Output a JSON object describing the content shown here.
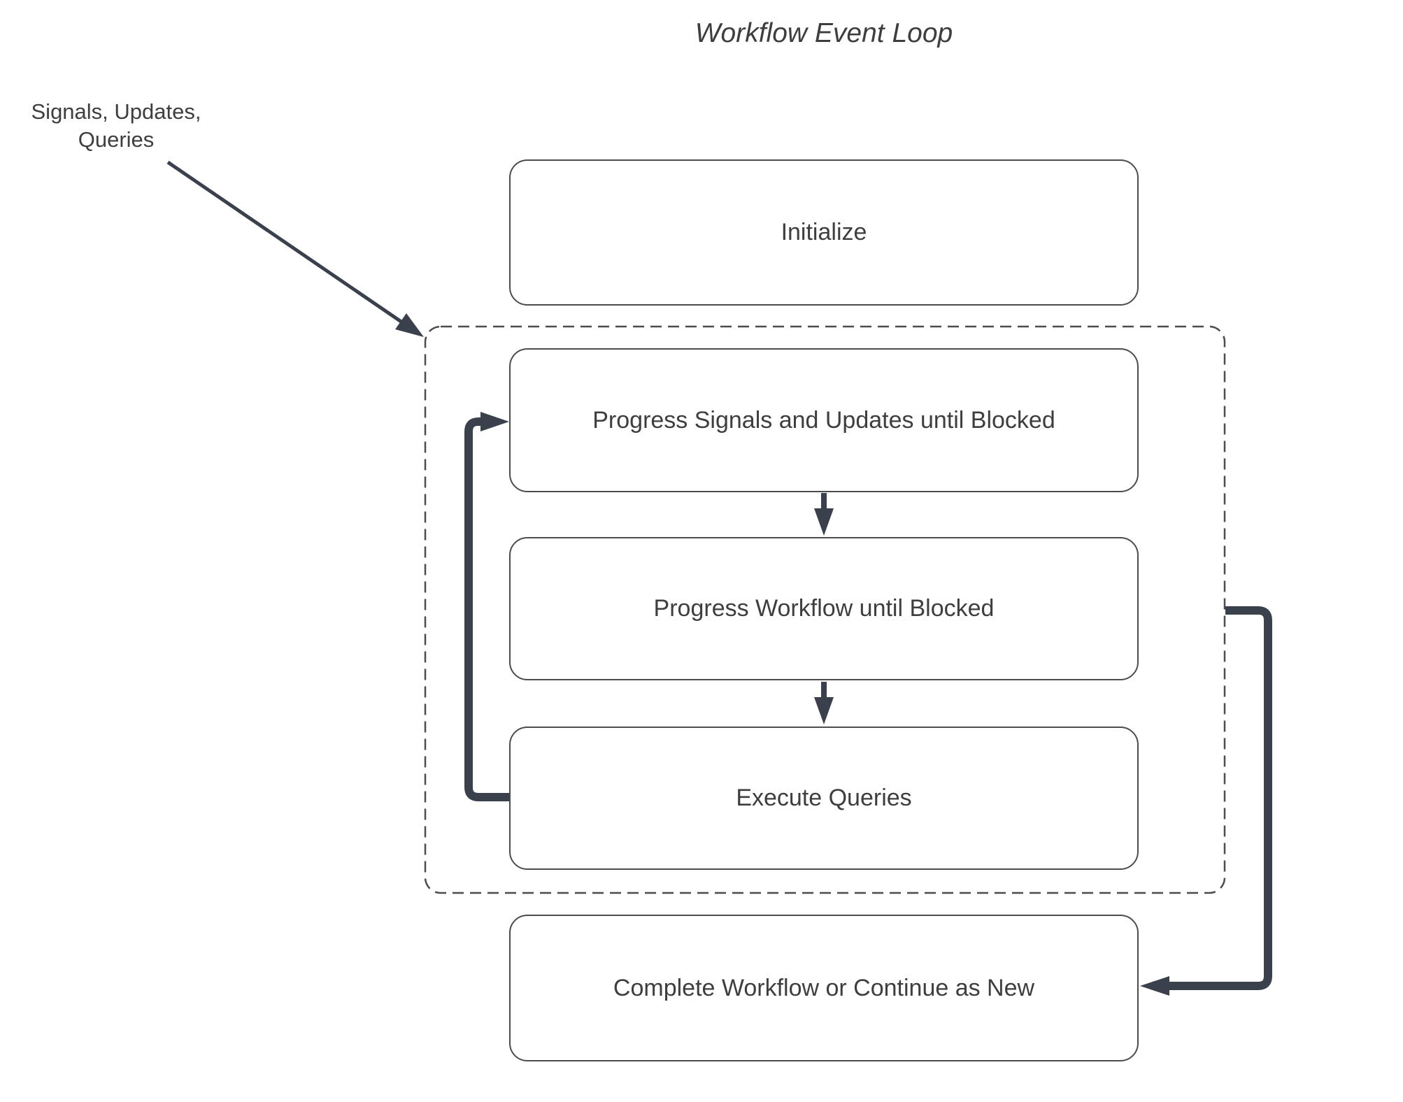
{
  "title": "Workflow Event Loop",
  "annotation": {
    "line1": "Signals, Updates,",
    "line2": "Queries"
  },
  "nodes": {
    "initialize": {
      "label": "Initialize"
    },
    "progress_signals_updates": {
      "label": "Progress Signals and Updates until Blocked"
    },
    "progress_workflow": {
      "label": "Progress Workflow until Blocked"
    },
    "execute_queries": {
      "label": "Execute Queries"
    },
    "complete_or_continue": {
      "label": "Complete Workflow or Continue as New"
    }
  },
  "colors": {
    "connector": "#3a414c",
    "node_border": "#4c4c4c",
    "node_fill": "#ffffff",
    "text": "#3e3e3e",
    "background": "#ffffff"
  }
}
